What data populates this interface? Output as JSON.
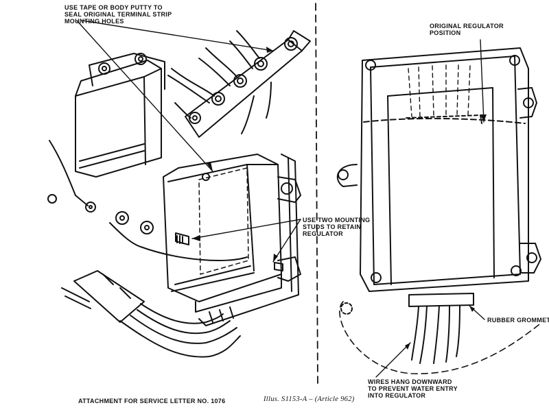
{
  "callouts": {
    "tape": "USE TAPE OR BODY PUTTY TO\nSEAL ORIGINAL TERMINAL STRIP\nMOUNTING HOLES",
    "original_position": "ORIGINAL REGULATOR\nPOSITION",
    "mounting_studs": "USE TWO MOUNTING\nSTUDS TO RETAIN\nREGULATOR",
    "rubber_grommet": "RUBBER GROMMET",
    "wires_hang": "WIRES HANG DOWNWARD\nTO PREVENT WATER ENTRY\nINTO REGULATOR"
  },
  "footer": {
    "attachment": "ATTACHMENT FOR SERVICE LETTER NO. 1076",
    "illustration": "Illus. S1153-A – (Article 962)"
  },
  "colors": {
    "ink": "#111111",
    "paper": "#ffffff"
  }
}
